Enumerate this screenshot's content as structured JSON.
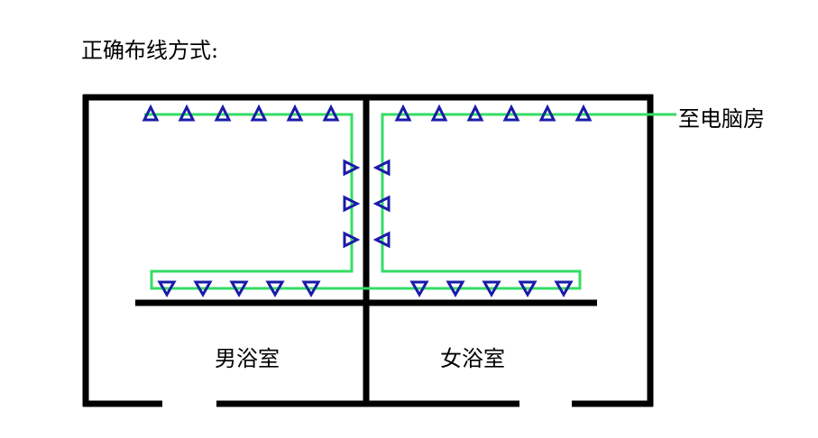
{
  "caption": "正确布线方式:",
  "destination_label": "至电脑房",
  "rooms": [
    {
      "label": "男浴室"
    },
    {
      "label": "女浴室"
    }
  ],
  "colors": {
    "walls": "#000000",
    "cable": "#33dd66",
    "sprinkler": "#1a1aa8"
  }
}
